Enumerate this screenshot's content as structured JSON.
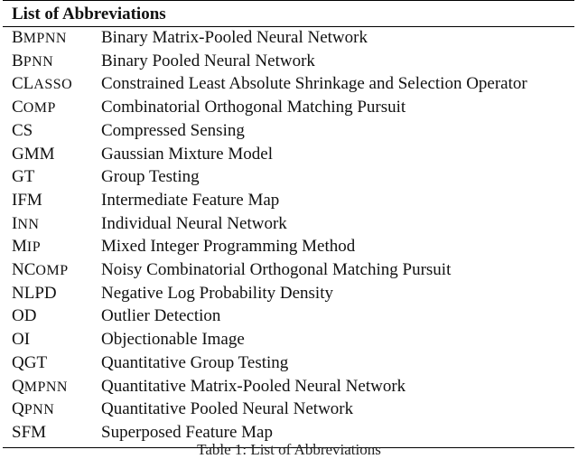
{
  "table": {
    "header": "List of Abbreviations",
    "rows": [
      {
        "abbr_first": "B",
        "abbr_rest": "MPNN",
        "definition": "Binary Matrix-Pooled Neural Network"
      },
      {
        "abbr_first": "B",
        "abbr_rest": "PNN",
        "definition": "Binary Pooled Neural Network"
      },
      {
        "abbr_first": "CL",
        "abbr_rest": "ASSO",
        "definition": "Constrained Least Absolute Shrinkage and Selection Operator"
      },
      {
        "abbr_first": "C",
        "abbr_rest": "OMP",
        "definition": "Combinatorial Orthogonal Matching Pursuit"
      },
      {
        "abbr_first": "CS",
        "abbr_rest": "",
        "definition": "Compressed Sensing"
      },
      {
        "abbr_first": "GMM",
        "abbr_rest": "",
        "definition": "Gaussian Mixture Model"
      },
      {
        "abbr_first": "GT",
        "abbr_rest": "",
        "definition": "Group Testing"
      },
      {
        "abbr_first": "IFM",
        "abbr_rest": "",
        "definition": "Intermediate Feature Map"
      },
      {
        "abbr_first": "I",
        "abbr_rest": "NN",
        "definition": "Individual Neural Network"
      },
      {
        "abbr_first": "M",
        "abbr_rest": "IP",
        "definition": "Mixed Integer Programming Method"
      },
      {
        "abbr_first": "NC",
        "abbr_rest": "OMP",
        "definition": "Noisy Combinatorial Orthogonal Matching Pursuit"
      },
      {
        "abbr_first": "NLPD",
        "abbr_rest": "",
        "definition": "Negative Log Probability Density"
      },
      {
        "abbr_first": "OD",
        "abbr_rest": "",
        "definition": "Outlier Detection"
      },
      {
        "abbr_first": "OI",
        "abbr_rest": "",
        "definition": "Objectionable Image"
      },
      {
        "abbr_first": "QGT",
        "abbr_rest": "",
        "definition": "Quantitative Group Testing"
      },
      {
        "abbr_first": "Q",
        "abbr_rest": "MPNN",
        "definition": "Quantitative Matrix-Pooled Neural Network"
      },
      {
        "abbr_first": "Q",
        "abbr_rest": "PNN",
        "definition": "Quantitative Pooled Neural Network"
      },
      {
        "abbr_first": "SFM",
        "abbr_rest": "",
        "definition": "Superposed Feature Map"
      }
    ]
  },
  "caption": "Table 1: List of Abbreviations"
}
